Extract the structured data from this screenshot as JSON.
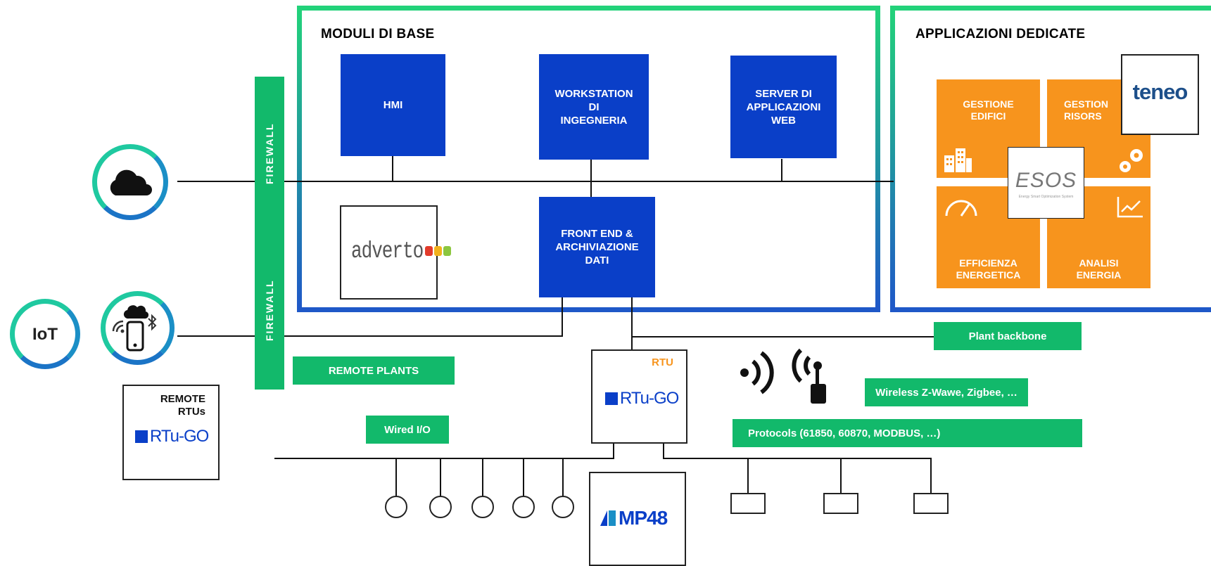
{
  "base_modules": {
    "title": "MODULI DI BASE",
    "hmi": "HMI",
    "workstation": "WORKSTATION\nDI\nINGEGNERIA",
    "server": "SERVER DI\nAPPLICAZIONI\nWEB",
    "frontend": "FRONT END &\nARCHIVIAZIONE\nDATI",
    "adverto_logo": "adverto"
  },
  "apps": {
    "title": "APPLICAZIONI DEDICATE",
    "gestione_edifici": "GESTIONE\nEDIFICI",
    "gestione_risorse": "GESTION\nRISORS",
    "efficienza": "EFFICIENZA\nENERGETICA",
    "analisi": "ANALISI\nENERGIA",
    "esos_logo": "ESOS",
    "esos_sub": "Energy Smart Optimization System",
    "teneo_logo": "teneo"
  },
  "firewall": {
    "label": "FIREWALL"
  },
  "iot": {
    "label": "IoT"
  },
  "labels": {
    "remote_plants": "REMOTE  PLANTS",
    "plant_backbone": "Plant backbone",
    "wireless": "Wireless Z-Wawe, Zigbee, …",
    "protocols": "Protocols (61850, 60870, MODBUS, …)",
    "wired_io": "Wired I/O"
  },
  "rtu": {
    "tag": "RTU",
    "logo": "RTu-GO"
  },
  "remote_rtus": {
    "title": "REMOTE\nRTUs",
    "logo": "RTu-GO"
  },
  "mp48": {
    "logo": "MP48"
  },
  "colors": {
    "green": "#12b96b",
    "blue": "#0a3fc8",
    "orange": "#f7941d"
  }
}
